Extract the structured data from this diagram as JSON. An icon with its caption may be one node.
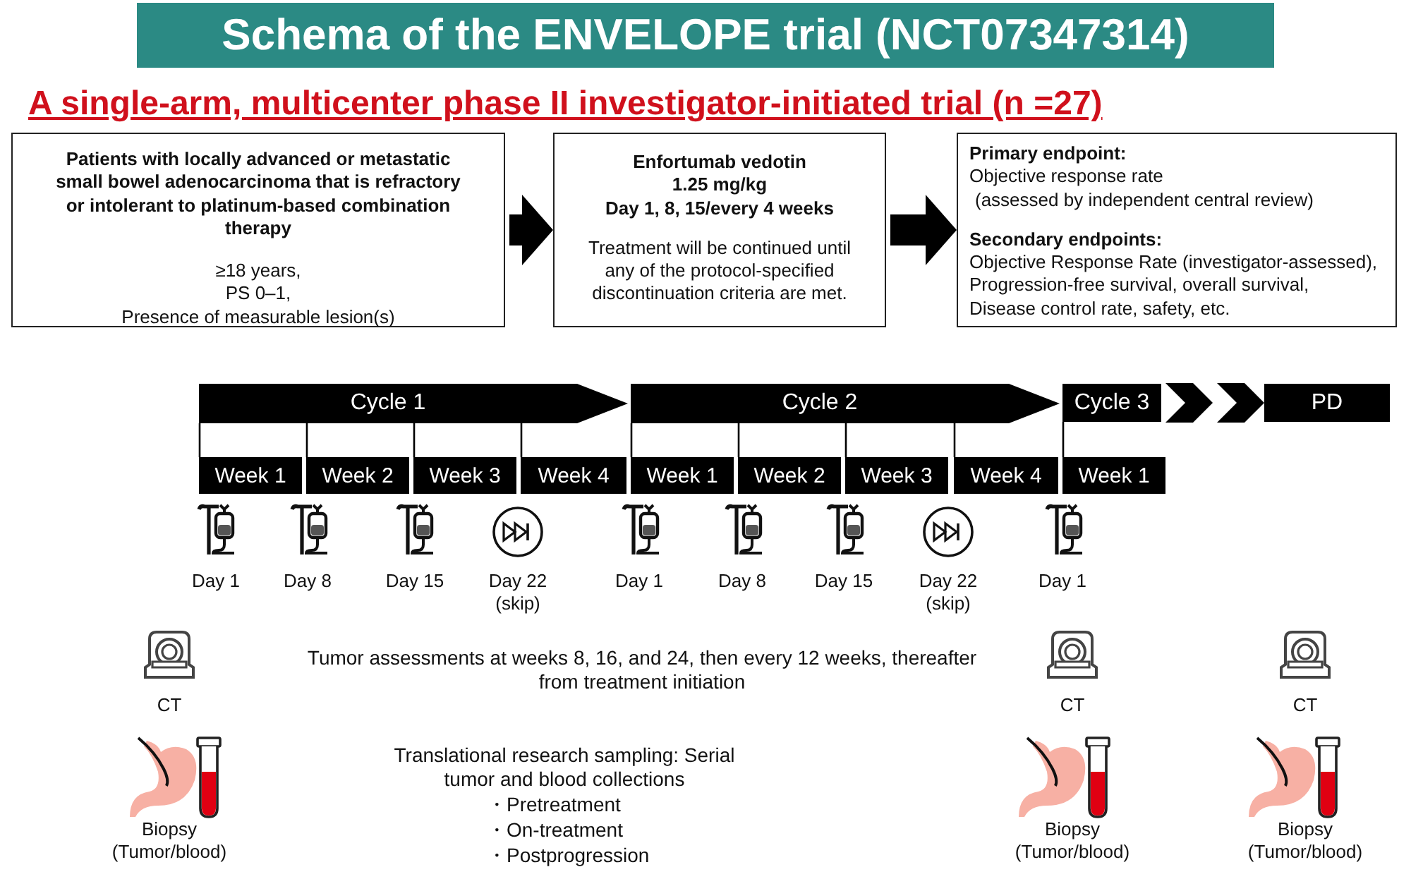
{
  "diagram": {
    "title": "Schema of the ENVELOPE trial (NCT07347314)",
    "nodes": [
      {
        "text": [
          "Patients with locally advanced or metastatic small bowel adenocarcinoma that is refractory or intolerant to platinum-based combination therapy",
          "≥18 years,",
          "PS 0–1,",
          "Presence of measurable lesion(s)"
        ]
      },
      {
        "text": [
          "Enfortumab vedotin",
          "1.25 mg/kg",
          "Day 1, 8, 15/every 4 weeks",
          "Treatment will be continued until any of the protocol-specified discontinuation criteria are met."
        ]
      },
      {
        "text": [
          "Primary endpoint:",
          "Objective response rate",
          "(assessed by independent central review)",
          "Secondary endpoints:",
          "Objective Response Rate (investigator-assessed),",
          "Progression-free survival, overall survival,",
          "Disease control rate, safety, etc."
        ]
      },
      {
        "text": [
          "Cycle 1"
        ]
      },
      {
        "text": [
          "Cycle 2"
        ]
      },
      {
        "text": [
          "Cycle 3"
        ]
      },
      {
        "text": [
          "PD"
        ]
      },
      {
        "text": [
          "Week 1"
        ]
      },
      {
        "text": [
          "Week 2"
        ]
      },
      {
        "text": [
          "Week 3"
        ]
      },
      {
        "text": [
          "Week 4"
        ]
      },
      {
        "text": [
          "Week 1"
        ]
      },
      {
        "text": [
          "Week 2"
        ]
      },
      {
        "text": [
          "Week 3"
        ]
      },
      {
        "text": [
          "Week 4"
        ]
      },
      {
        "text": [
          "Week 1"
        ]
      }
    ],
    "edges": [
      {
        "from": 0,
        "to": 1,
        "arrow": "to",
        "style": "thick"
      },
      {
        "from": 1,
        "to": 2,
        "arrow": "to",
        "style": "thick"
      },
      {
        "from": 5,
        "to": 6,
        "arrow": "to",
        "style": "thick"
      },
      {
        "from": 3,
        "to": 7,
        "arrow": "none"
      },
      {
        "from": 3,
        "to": 8,
        "arrow": "none"
      },
      {
        "from": 3,
        "to": 9,
        "arrow": "none"
      },
      {
        "from": 3,
        "to": 10,
        "arrow": "none"
      },
      {
        "from": 4,
        "to": 11,
        "arrow": "none"
      },
      {
        "from": 4,
        "to": 12,
        "arrow": "none"
      },
      {
        "from": 4,
        "to": 13,
        "arrow": "none"
      },
      {
        "from": 4,
        "to": 14,
        "arrow": "none"
      },
      {
        "from": 5,
        "to": 15,
        "arrow": "none"
      }
    ],
    "labels": [
      "A single-arm, multicenter phase II investigator-initiated trial (n =27)",
      "Day 1",
      "Day 8",
      "Day 15",
      "Day 22 (skip)",
      "Day 1",
      "Day 8",
      "Day 15",
      "Day 22 (skip)",
      "Day 1",
      "CT",
      "Tumor assessments at weeks 8, 16, and 24, then every 12 weeks, thereafter from treatment initiation",
      "CT",
      "CT",
      "Translational research sampling: Serial tumor and blood collections",
      "・Pretreatment",
      "・On-treatment",
      "・Postprogression",
      "Biopsy (Tumor/blood)",
      "Biopsy (Tumor/blood)",
      "Biopsy (Tumor/blood)"
    ]
  }
}
